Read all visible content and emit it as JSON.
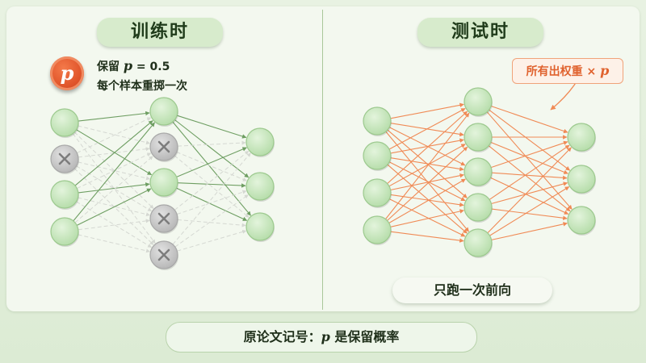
{
  "train": {
    "title": "训练时",
    "coin_letter": "p",
    "note_prefix": "保留 ",
    "note_p": "p",
    "note_value": " = 0.5",
    "note_line2": "每个样本重掷一次"
  },
  "test": {
    "title": "测试时",
    "callout_text": "所有出权重 × ",
    "callout_p": "p",
    "forward_label": "只跑一次前向"
  },
  "footer": {
    "prefix": "原论文记号：",
    "p": "p",
    "suffix": " 是保留概率"
  },
  "colors": {
    "node_fill": "#c6e6bd",
    "node_stroke": "#9cc98e",
    "dropped_fill": "#c4c4c4",
    "train_edge": "#6e9e62",
    "test_edge": "#f08a55",
    "callout": "#e0622e"
  },
  "icons": {
    "dropped_node": "x-mark-icon",
    "coin": "p-coin-icon"
  }
}
